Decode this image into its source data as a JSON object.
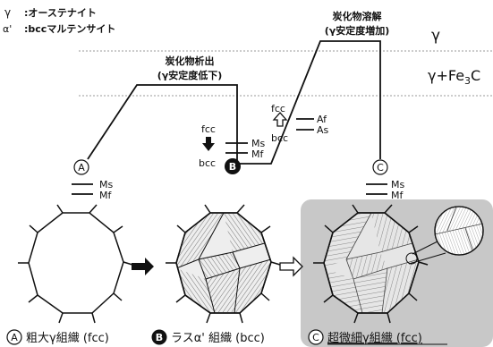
{
  "legend": {
    "gamma_symbol": "γ",
    "gamma_text": ":オーステナイト",
    "alpha_symbol": "α'",
    "alpha_text": ":bccマルテンサイト"
  },
  "phase_labels": {
    "gamma": "γ",
    "gamma_fe3c_prefix": "γ+Fe",
    "gamma_fe3c_sub": "3",
    "gamma_fe3c_suffix": "C"
  },
  "process": {
    "precipitation_line1": "炭化物析出",
    "precipitation_line2": "(γ安定度低下)",
    "dissolution_line1": "炭化物溶解",
    "dissolution_line2": "(γ安定度増加)"
  },
  "points": {
    "a": "A",
    "b": "B",
    "c": "C"
  },
  "transform": {
    "fcc": "fcc",
    "bcc": "bcc",
    "ms": "Ms",
    "mf": "Mf",
    "af": "Af",
    "as": "As"
  },
  "captions": {
    "a_text": "粗大γ組織 (fcc)",
    "b_text": "ラスα' 組織 (bcc)",
    "c_text": "超微細γ組織 (fcc)"
  },
  "colors": {
    "line": "#111111",
    "highlight_bg": "#c8c8c8",
    "grain_fill": "#eeeeee",
    "dotted": "#999999"
  }
}
